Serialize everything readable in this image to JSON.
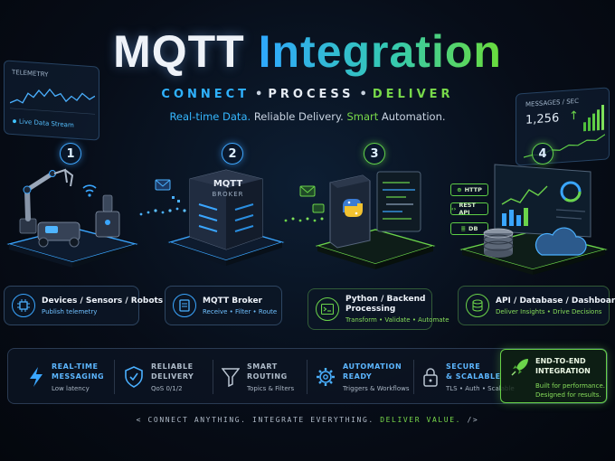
{
  "header": {
    "title_part1": "MQTT",
    "title_part2": "Integration",
    "tagline": {
      "connect": "CONNECT",
      "process": "PROCESS",
      "deliver": "DELIVER",
      "dot": "•"
    },
    "subtitle": {
      "part1": "Real-time Data.",
      "part2": "Reliable Delivery.",
      "part3": "Smart",
      "part4": "Automation."
    }
  },
  "side_panels": {
    "left": {
      "title": "TELEMETRY",
      "status": "Live Data Stream"
    },
    "right": {
      "title": "MESSAGES / SEC",
      "value": "1,256",
      "arrow": "↑"
    }
  },
  "pipeline": [
    {
      "number": "1",
      "title": "Devices / Sensors / Robots",
      "subtitle": "Publish telemetry",
      "icon": "chip-icon"
    },
    {
      "number": "2",
      "title": "MQTT Broker",
      "subtitle": "Receive • Filter • Route",
      "icon": "server-icon",
      "device_label_1": "MQTT",
      "device_label_2": "BROKER"
    },
    {
      "number": "3",
      "title_line1": "Python / Backend",
      "title_line2": "Processing",
      "subtitle": "Transform • Validate • Automate",
      "icon": "terminal-icon"
    },
    {
      "number": "4",
      "title": "API / Database / Dashboard",
      "subtitle": "Deliver Insights • Drive Decisions",
      "icon": "database-icon"
    }
  ],
  "endpoints": {
    "http": "HTTP",
    "rest": "REST API",
    "db": "DB"
  },
  "features": [
    {
      "line1": "REAL-TIME",
      "line2": "MESSAGING",
      "sub": "Low latency",
      "icon": "lightning-icon"
    },
    {
      "line1": "RELIABLE",
      "line2": "DELIVERY",
      "sub": "QoS 0/1/2",
      "icon": "shield-check-icon"
    },
    {
      "line1": "SMART",
      "line2": "ROUTING",
      "sub": "Topics & Filters",
      "icon": "funnel-icon"
    },
    {
      "line1": "AUTOMATION",
      "line2": "READY",
      "sub": "Triggers & Workflows",
      "icon": "gear-icon"
    },
    {
      "line1": "SECURE",
      "line2": "& SCALABLE",
      "sub": "TLS • Auth • Scalable",
      "icon": "lock-icon"
    }
  ],
  "highlight": {
    "line1": "END-TO-END",
    "line2": "INTEGRATION",
    "sub1": "Built for performance.",
    "sub2": "Designed for results.",
    "icon": "rocket-icon"
  },
  "footer": {
    "open": "<",
    "part1": "CONNECT ANYTHING.",
    "part2": "INTEGRATE EVERYTHING.",
    "part3": "DELIVER VALUE.",
    "close": "/>"
  },
  "colors": {
    "blue": "#2fa8ff",
    "green": "#6bd44a",
    "background": "#070d18"
  }
}
